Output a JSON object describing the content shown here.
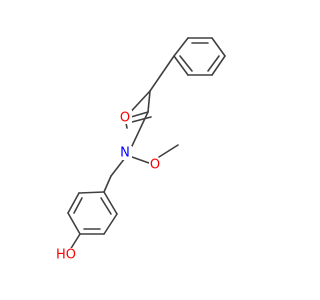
{
  "molecule": {
    "colors": {
      "bond": "#404040",
      "oxygen": "#ff0000",
      "nitrogen": "#0000ff",
      "background": "#ffffff"
    },
    "atoms": [
      {
        "id": "a_ph1",
        "element": "C"
      },
      {
        "id": "a_ph2",
        "element": "C"
      },
      {
        "id": "a_ph3",
        "element": "C"
      },
      {
        "id": "a_ph4",
        "element": "C"
      },
      {
        "id": "a_ph5",
        "element": "C"
      },
      {
        "id": "a_ph6",
        "element": "C"
      },
      {
        "id": "a_ch2a",
        "element": "C"
      },
      {
        "id": "a_ch2b",
        "element": "C"
      },
      {
        "id": "a_co",
        "element": "C"
      },
      {
        "id": "a_o",
        "element": "O",
        "label": "O"
      },
      {
        "id": "a_n",
        "element": "N",
        "label": "N"
      },
      {
        "id": "a_on",
        "element": "O",
        "label": "O"
      },
      {
        "id": "a_me",
        "element": "C"
      },
      {
        "id": "a_ch2n",
        "element": "C"
      },
      {
        "id": "a_r1",
        "element": "C"
      },
      {
        "id": "a_r2",
        "element": "C"
      },
      {
        "id": "a_r3",
        "element": "C"
      },
      {
        "id": "a_r4",
        "element": "C"
      },
      {
        "id": "a_r5",
        "element": "C"
      },
      {
        "id": "a_r6",
        "element": "C"
      },
      {
        "id": "a_oh",
        "element": "O",
        "label": "HO"
      }
    ]
  }
}
